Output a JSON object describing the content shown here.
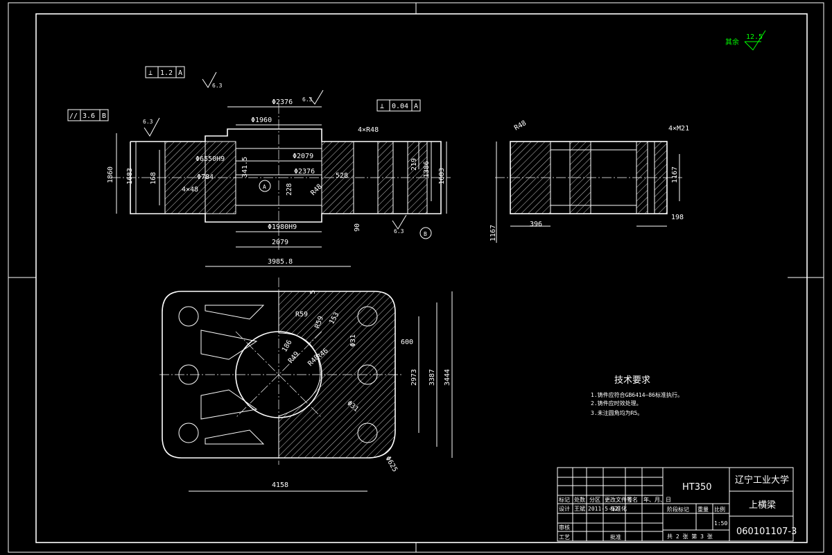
{
  "surface_finish": {
    "prefix": "其余",
    "value": "12.5"
  },
  "front_view": {
    "tolerance_frames": [
      {
        "symbol": "⊥",
        "value": "1.2",
        "datum": "A"
      },
      {
        "symbol": "//",
        "value": "3.6",
        "datum": "B"
      },
      {
        "symbol": "⊥",
        "value": "0.04",
        "datum": "A"
      }
    ],
    "roughness": [
      "6.3",
      "6.3",
      "6.3",
      "6.3"
    ],
    "dims": [
      "Φ2376",
      "Φ1960",
      "Φ2079",
      "Φ2376",
      "Φ1980H9",
      "2079",
      "3985.8",
      "1860",
      "1683",
      "168",
      "Φ6550H9",
      "Φ784",
      "4×48",
      "341.5",
      "228",
      "R48",
      "528",
      "219",
      "1386",
      "1683",
      "4×R48",
      "90"
    ],
    "datum_a": "A",
    "datum_b": "B"
  },
  "side_view": {
    "dims": [
      "R48",
      "4×M21",
      "1167",
      "396",
      "198",
      "1167"
    ]
  },
  "top_view": {
    "dims": [
      "5",
      "R59",
      "R59",
      "153",
      "R49",
      "R48",
      "R46",
      "186",
      "Φ31",
      "600",
      "2973",
      "3387",
      "3444",
      "Φ31",
      "Φ625",
      "4158"
    ]
  },
  "tech_req": {
    "title": "技术要求",
    "items": [
      "1.铸件应符合GB6414—86标准执行。",
      "2.铸件应时效处理。",
      "3.未注圆角均为R5。"
    ]
  },
  "title_block": {
    "material": "HT350",
    "university": "辽宁工业大学",
    "part_name": "上横梁",
    "drawing_no": "060101107-3",
    "rows": [
      {
        "c1": "标记",
        "c2": "处数",
        "c3": "分区",
        "c4": "更改文件号",
        "c5": "签名",
        "c6": "年、月、日"
      },
      {
        "c1": "设计",
        "c2": "王斌",
        "c3": "2011-5-12",
        "c4": "标准化",
        "c5": "",
        "c6": ""
      },
      {
        "c1": "审核",
        "c2": "",
        "c3": "",
        "c4": "",
        "c5": "",
        "c6": ""
      },
      {
        "c1": "工艺",
        "c2": "",
        "c3": "",
        "c4": "批准",
        "c5": "",
        "c6": ""
      }
    ],
    "stage_mark": "阶段标记",
    "weight": "重量",
    "scale_label": "比例",
    "scale": "1:50",
    "sheet": "共 2 张  第 3 张"
  }
}
